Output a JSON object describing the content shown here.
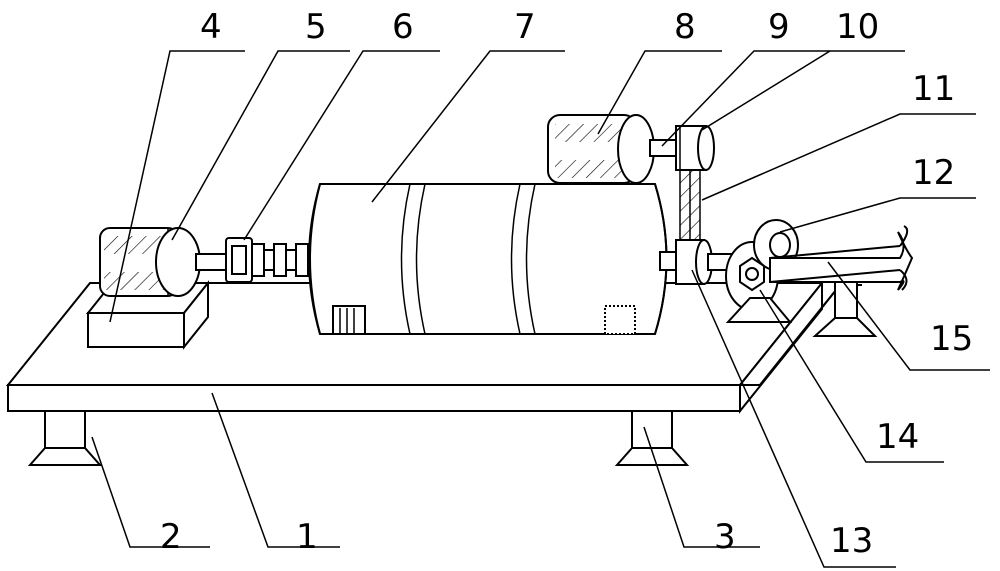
{
  "diagram": {
    "labels": {
      "n1": "1",
      "n2": "2",
      "n3": "3",
      "n4": "4",
      "n5": "5",
      "n6": "6",
      "n7": "7",
      "n8": "8",
      "n9": "9",
      "n10": "10",
      "n11": "11",
      "n12": "12",
      "n13": "13",
      "n14": "14",
      "n15": "15"
    }
  }
}
